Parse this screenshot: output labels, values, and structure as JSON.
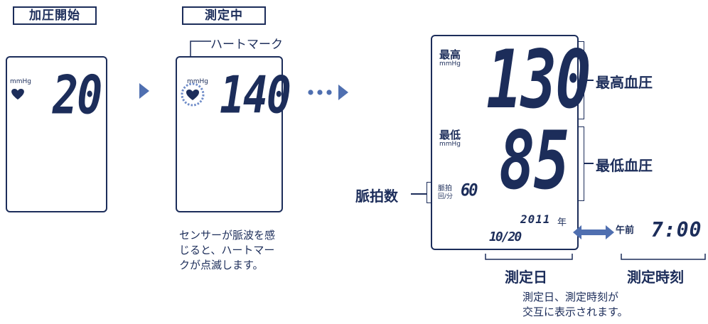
{
  "panel1": {
    "tag": "加圧開始",
    "unit": "mmHg",
    "pressure": "20"
  },
  "panel2": {
    "tag": "測定中",
    "heart_label": "ハートマーク",
    "unit": "mmHg",
    "pressure": "140",
    "note_lines": [
      "センサーが脈波を感",
      "じると、ハートマー",
      "クが点滅します。"
    ]
  },
  "panel3": {
    "sys_label": "最高",
    "sys_unit": "mmHg",
    "systolic": "130",
    "dia_label": "最低",
    "dia_unit": "mmHg",
    "diastolic": "85",
    "pulse_label_top": "脈拍",
    "pulse_label_bottom": "回/分",
    "pulse": "60",
    "year": "2011",
    "year_unit": "年",
    "date": "10/20",
    "am_label": "午前",
    "time": "7:00"
  },
  "labels": {
    "systolic": "最高血圧",
    "diastolic": "最低血圧",
    "pulse": "脈拍数",
    "date": "測定日",
    "time": "測定時刻",
    "date_time_note": [
      "測定日、測定時刻が",
      "交互に表示されます。"
    ]
  },
  "colors": {
    "navy": "#1c2d5a",
    "arrow_blue": "#4f6fb0",
    "flash_blue": "#6f8cc8"
  },
  "icons": [
    "heart-icon",
    "arrow-right-icon",
    "double-arrow-icon"
  ]
}
